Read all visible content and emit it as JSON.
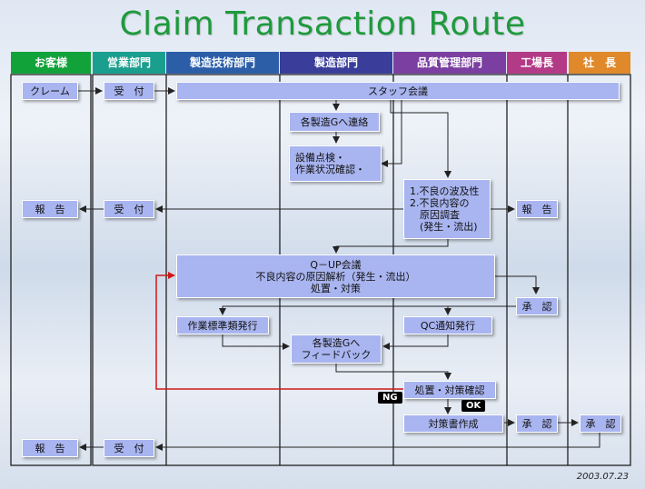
{
  "title": "Claim Transaction Route",
  "date": "2003.07.23",
  "columns": [
    {
      "label": "お客様",
      "color": "#12a23a"
    },
    {
      "label": "営業部門",
      "color": "#1a9e8e"
    },
    {
      "label": "製造技術部門",
      "color": "#2c5ea8"
    },
    {
      "label": "製造部門",
      "color": "#3a3e9a"
    },
    {
      "label": "品質管理部門",
      "color": "#7a3fa0"
    },
    {
      "label": "工場長",
      "color": "#b23a86"
    },
    {
      "label": "社　長",
      "color": "#e0892a"
    }
  ],
  "boxes": {
    "claim": "クレーム",
    "receive1": "受　付",
    "staff_meeting": "スタッフ会議",
    "contact_groups": "各製造Gへ連絡",
    "equipment_check": "設備点検・\n作業状況確認・",
    "defect_analysis": "1.不良の波及性\n2.不良内容の\n　原因調査\n　(発生・流出)",
    "report_customer1": "報　告",
    "receive2": "受　付",
    "report_factory": "報　告",
    "qup_meeting": "Q－UP会議\n不良内容の原因解析（発生・流出）\n処置・対策",
    "approve_factory1": "承　認",
    "work_standard": "作業標準類発行",
    "qc_notice": "QC通知発行",
    "feedback": "各製造Gへ\nフィードバック",
    "measure_confirm": "処置・対策確認",
    "report_create": "対策書作成",
    "approve_factory2": "承　認",
    "approve_president": "承　認",
    "report_customer2": "報　告",
    "receive3": "受　付"
  },
  "tags": {
    "ng": "NG",
    "ok": "OK"
  }
}
